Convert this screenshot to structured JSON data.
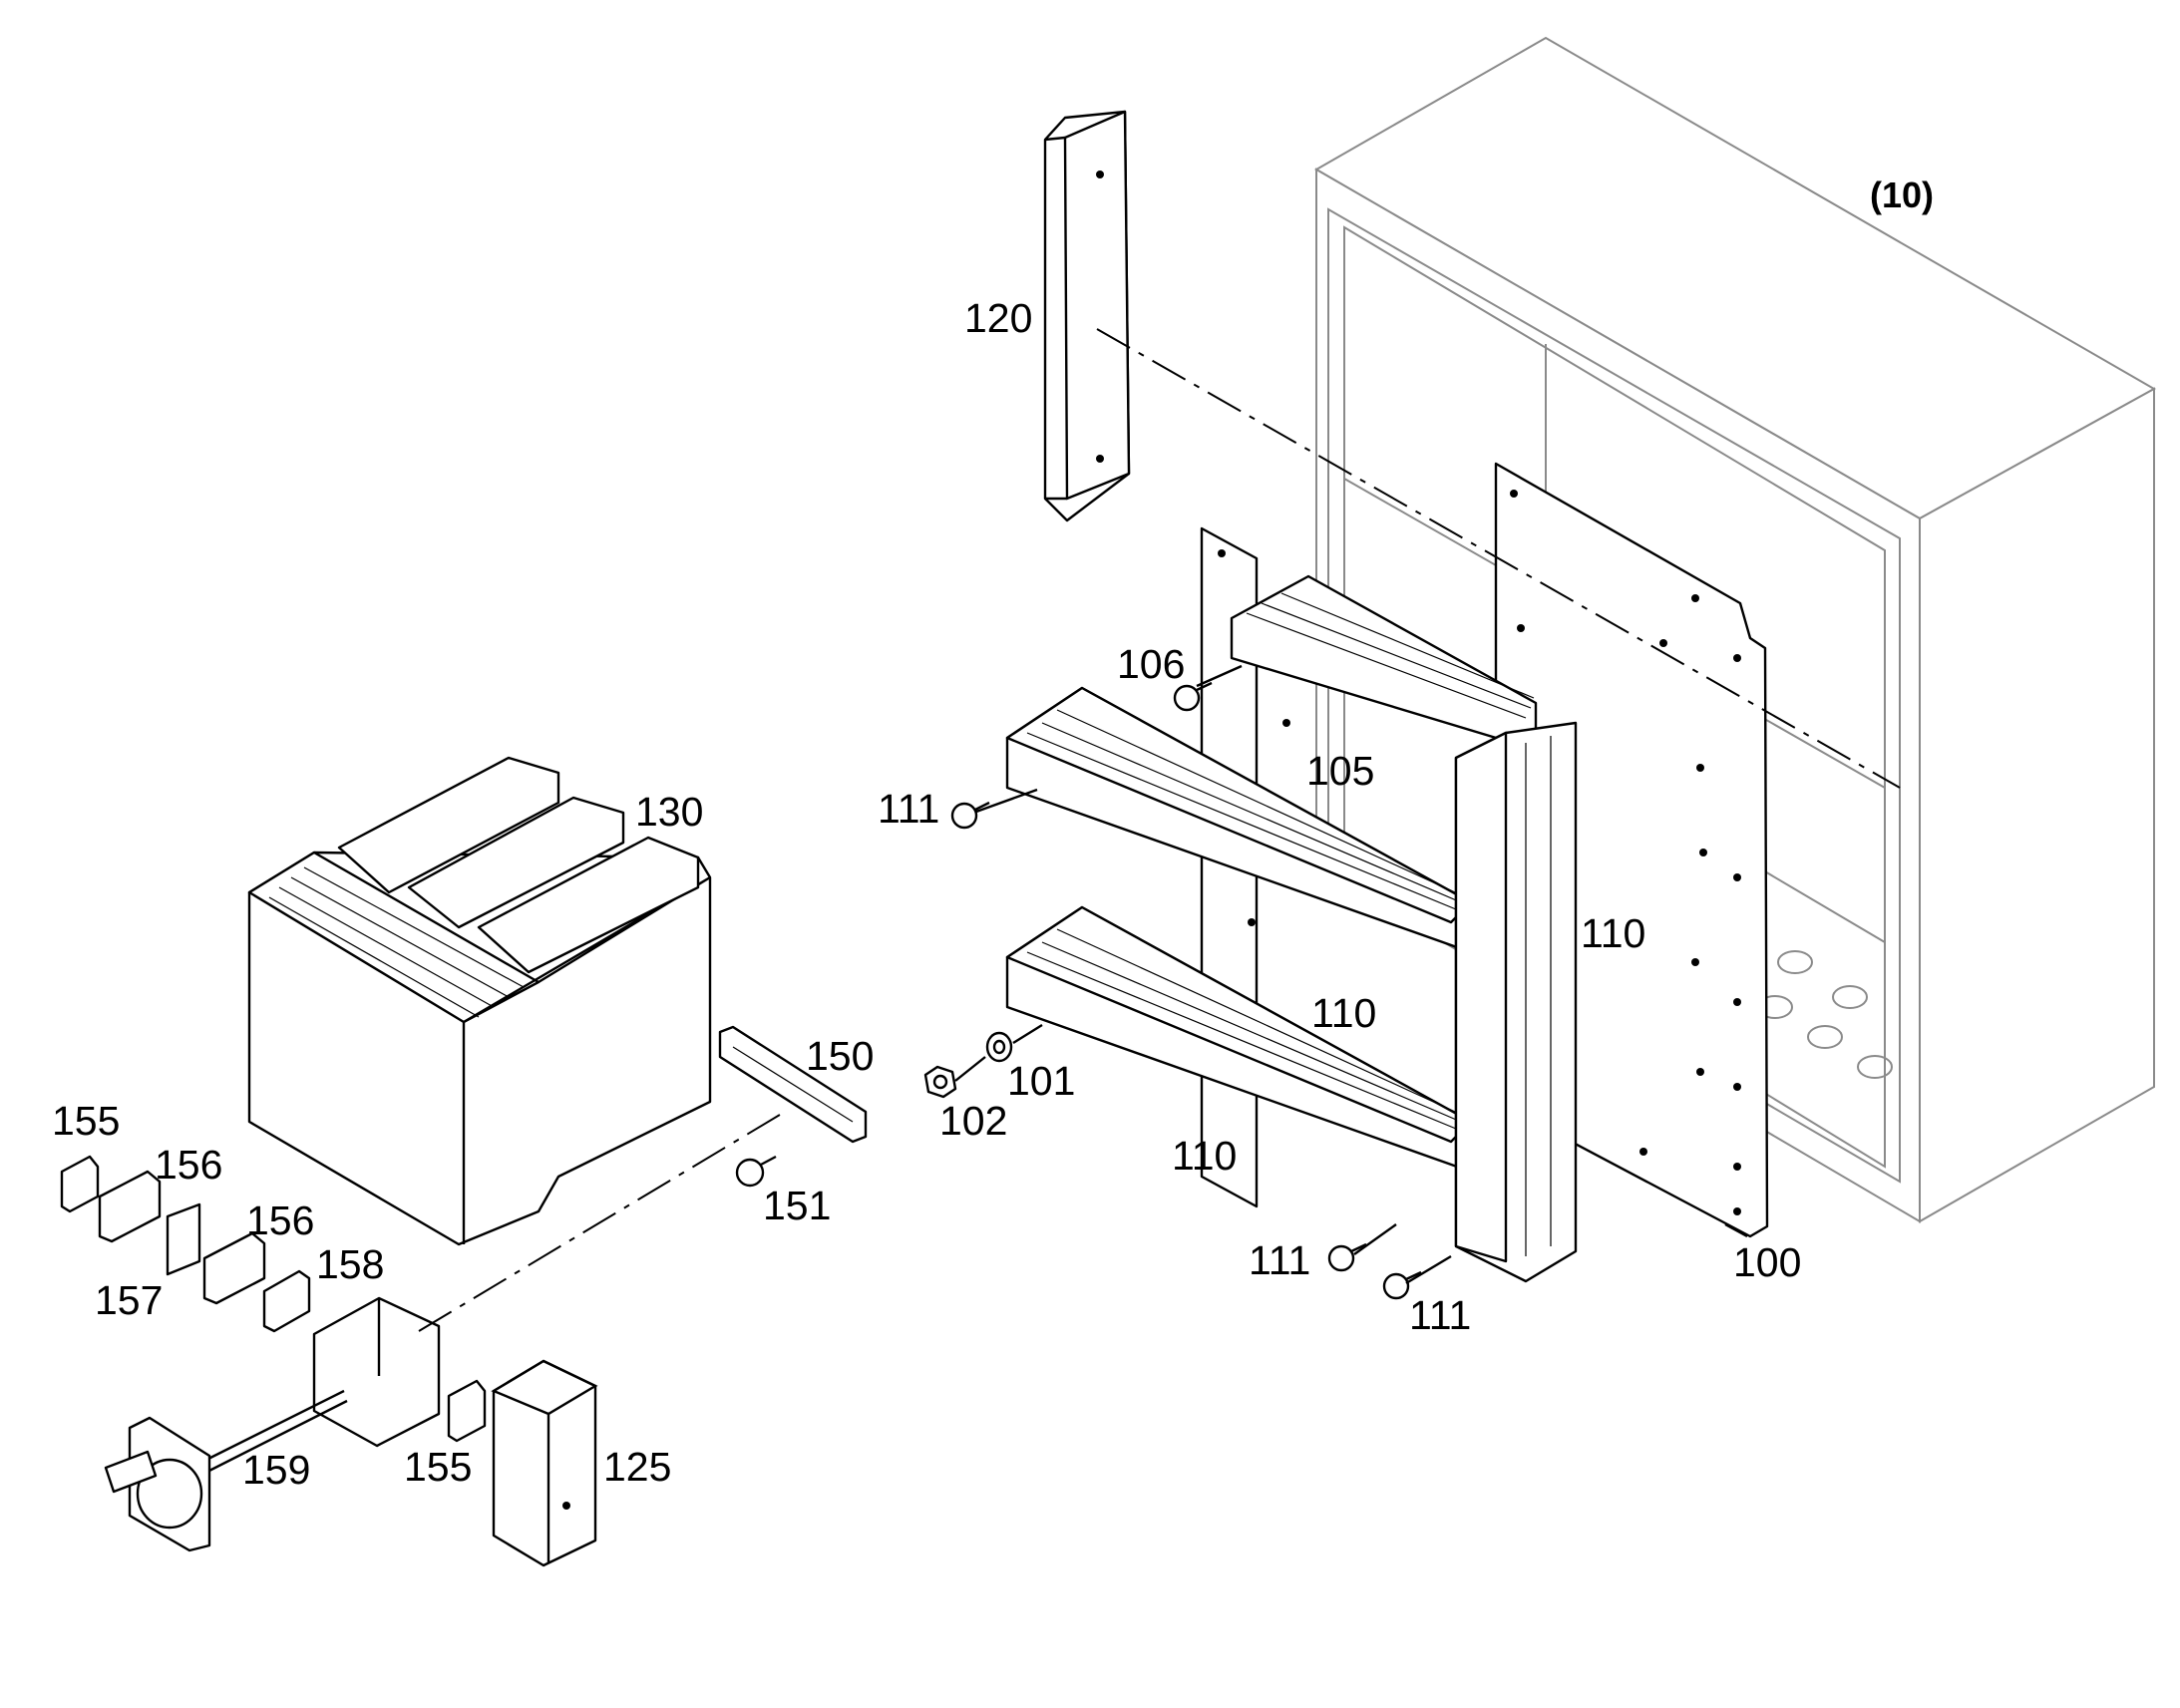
{
  "diagram": {
    "labels": {
      "enclosure": "(10)",
      "p100": "100",
      "p101": "101",
      "p102": "102",
      "p105": "105",
      "p106": "106",
      "p110_right": "110",
      "p110_middle": "110",
      "p110_bottom": "110",
      "p111_upper": "111",
      "p111_lower_left": "111",
      "p111_lower_right": "111",
      "p120": "120",
      "p125": "125",
      "p130": "130",
      "p150": "150",
      "p151": "151",
      "p155_top": "155",
      "p155_bottom": "155",
      "p156_top": "156",
      "p156_bottom": "156",
      "p157": "157",
      "p158": "158",
      "p159": "159"
    }
  }
}
